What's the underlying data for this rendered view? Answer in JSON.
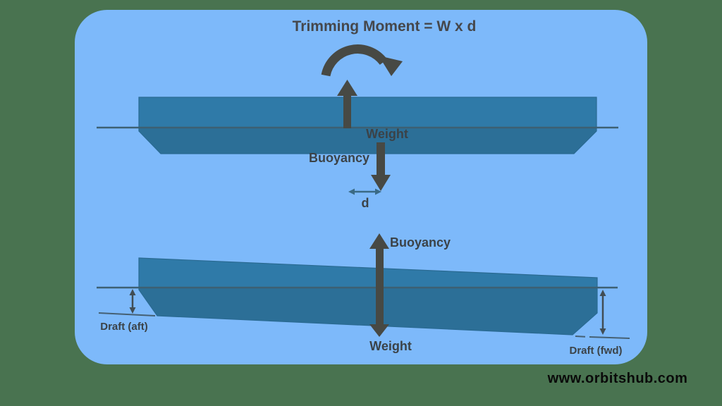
{
  "title": "Trimming Moment = W x d",
  "watermark": "www.orbitshub.com",
  "diagram_even_keel": {
    "weight_label": "Weight",
    "buoyancy_label": "Buoyancy",
    "distance_label": "d"
  },
  "diagram_trimmed": {
    "buoyancy_label": "Buoyancy",
    "weight_label": "Weight",
    "draft_aft_label": "Draft (aft)",
    "draft_fwd_label": "Draft (fwd)"
  },
  "colors": {
    "background": "#497350",
    "panel": "#7db9fa",
    "hull_above_water": "#2f7aa8",
    "hull_below_water": "#2c6f97",
    "hull_outline": "#2a6a92",
    "waterline": "#3d6073",
    "arrow": "#474944",
    "measure_arrow": "#3a6a85",
    "text": "#3b4247"
  }
}
